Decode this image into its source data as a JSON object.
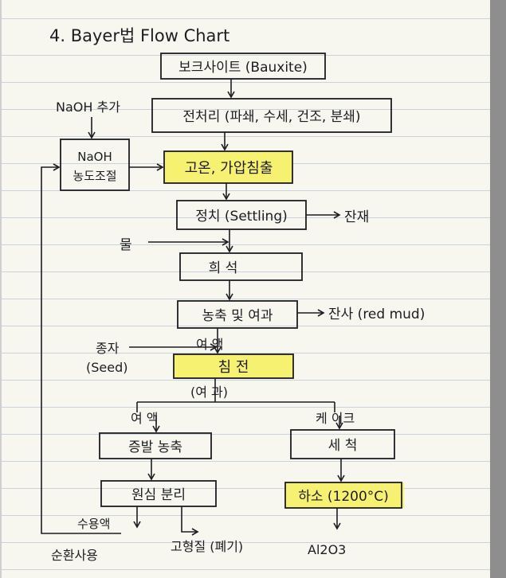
{
  "title": "4. Bayer법  Flow Chart",
  "nodes": {
    "bauxite": "보크사이트 (Bauxite)",
    "pretreat": "전처리 (파쇄, 수세, 건조, 분쇄)",
    "naoh_conc_line1": "NaOH",
    "naoh_conc_line2": "농도조절",
    "digestion": "고온, 가압침출",
    "settling": "정치 (Settling)",
    "dilution": "희  석",
    "concentrate_filter": "농축 및 여과",
    "precipitation": "침  전",
    "evaporation": "증발 농축",
    "centrifuge": "원심 분리",
    "washing": "세  척",
    "calcination": "하소 (1200°C)"
  },
  "labels": {
    "naoh_add": "NaOH 추가",
    "residue": "잔재",
    "water": "물",
    "red_mud": "잔사 (red mud)",
    "seed_line1": "종자",
    "seed_line2": "(Seed)",
    "filtrate_top": "여  액",
    "filtration": "(여  과)",
    "filtrate_left": "여  액",
    "cake": "케 이크",
    "solution": "수용액",
    "solids": "고형질 (폐기)",
    "recycle": "순환사용",
    "product": "Al2O3"
  },
  "colors": {
    "highlight": "#f7f06a",
    "ink": "#1d1d22",
    "rule_line": "#c9d3dc"
  }
}
